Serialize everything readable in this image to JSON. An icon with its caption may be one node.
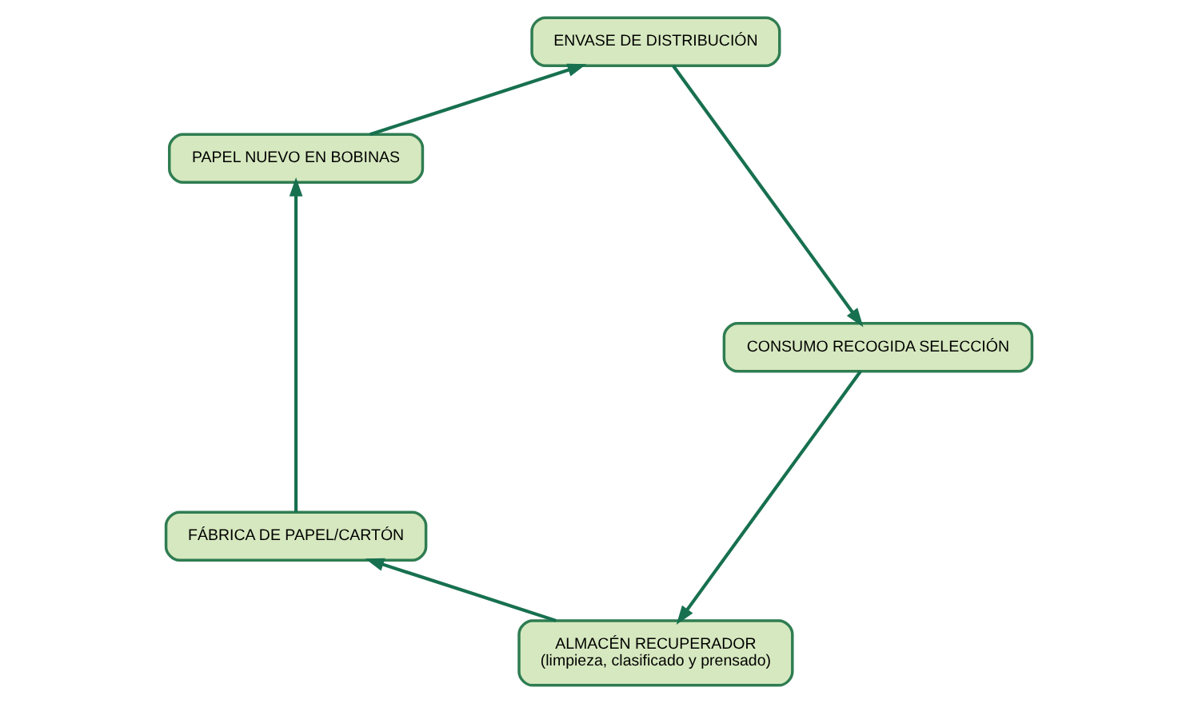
{
  "diagram": {
    "nodes": [
      {
        "text": [
          "ALMACÉN RECUPERADOR",
          "(limpieza, clasificado y prensado)"
        ]
      },
      {
        "text": [
          "FÁBRICA DE PAPEL/CARTÓN"
        ]
      },
      {
        "text": [
          "PAPEL NUEVO EN BOBINAS"
        ]
      },
      {
        "text": [
          "ENVASE DE DISTRIBUCIÓN"
        ]
      },
      {
        "text": [
          "CONSUMO RECOGIDA SELECCIÓN"
        ]
      }
    ],
    "edges": [
      {
        "from": 0,
        "to": 1,
        "arrow": "to"
      },
      {
        "from": 1,
        "to": 2,
        "arrow": "to"
      },
      {
        "from": 2,
        "to": 3,
        "arrow": "to"
      },
      {
        "from": 3,
        "to": 4,
        "arrow": "to"
      },
      {
        "from": 4,
        "to": 0,
        "arrow": "to"
      }
    ]
  }
}
